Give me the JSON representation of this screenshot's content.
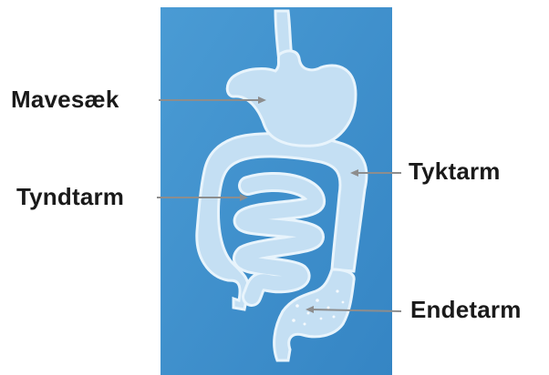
{
  "labels": {
    "stomach": "Mavesæk",
    "small_intestine": "Tyndtarm",
    "large_intestine": "Tyktarm",
    "rectum": "Endetarm"
  },
  "colors": {
    "background": "#ffffff",
    "panel": "#3f93cf",
    "organ_fill": "#c4dff3",
    "organ_outline": "#e8f4fc",
    "pointer": "#8d8d8d",
    "label_text": "#1a1a1a"
  }
}
